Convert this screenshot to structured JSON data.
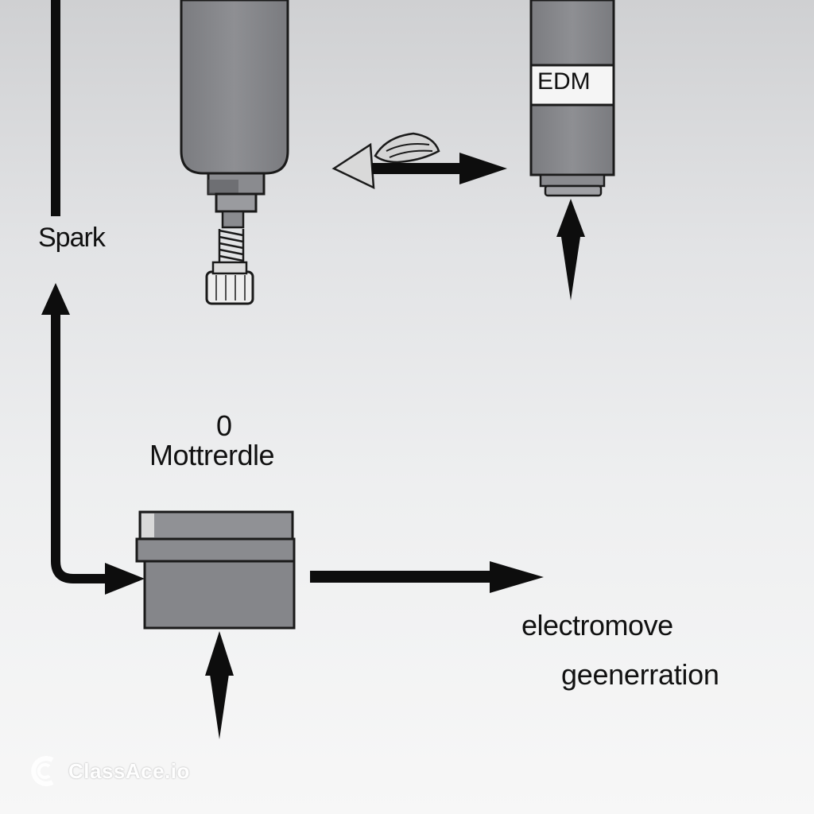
{
  "labels": {
    "spark": "Spark",
    "zero": "0",
    "motor": "Mottrerdle",
    "emf": "electromove",
    "generation": "geenerration",
    "edm": "EDM"
  },
  "watermark": {
    "text": "ClassAce.io",
    "icon": "classace-logo-icon"
  },
  "colors": {
    "component_fill": "#86878b",
    "outline": "#1a1a1a",
    "arrow": "#0d0d0d"
  }
}
